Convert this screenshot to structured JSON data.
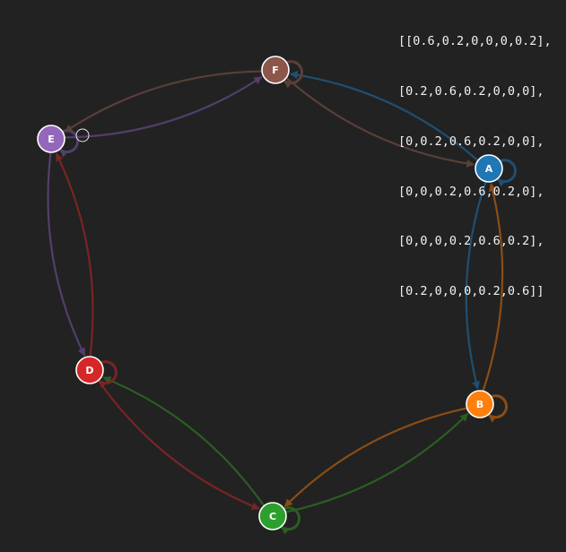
{
  "matrix_lines": [
    "[[0.6,0.2,0,0,0,0.2],",
    "[0.2,0.6,0.2,0,0,0],",
    "[0,0.2,0.6,0.2,0,0],",
    "[0,0,0.2,0.6,0.2,0],",
    "[0,0,0,0.2,0.6,0.2],",
    "[0.2,0,0,0,0.2,0.6]]"
  ],
  "nodes": [
    {
      "id": "A",
      "label": "A",
      "color": "#1f77b4"
    },
    {
      "id": "B",
      "label": "B",
      "color": "#ff7f0e"
    },
    {
      "id": "C",
      "label": "C",
      "color": "#2ca02c"
    },
    {
      "id": "D",
      "label": "D",
      "color": "#d62728"
    },
    {
      "id": "E",
      "label": "E",
      "color": "#9467bd"
    },
    {
      "id": "F",
      "label": "F",
      "color": "#8c564b"
    }
  ],
  "edge_colors": {
    "A": "#1f4f72",
    "B": "#8a4d17",
    "C": "#2b5e22",
    "D": "#7a2424",
    "E": "#523f6b",
    "F": "#5a3f39"
  },
  "edges": [
    {
      "from": "A",
      "to": "A"
    },
    {
      "from": "A",
      "to": "B"
    },
    {
      "from": "A",
      "to": "F"
    },
    {
      "from": "B",
      "to": "A"
    },
    {
      "from": "B",
      "to": "B"
    },
    {
      "from": "B",
      "to": "C"
    },
    {
      "from": "C",
      "to": "B"
    },
    {
      "from": "C",
      "to": "C"
    },
    {
      "from": "C",
      "to": "D"
    },
    {
      "from": "D",
      "to": "C"
    },
    {
      "from": "D",
      "to": "D"
    },
    {
      "from": "D",
      "to": "E"
    },
    {
      "from": "E",
      "to": "D"
    },
    {
      "from": "E",
      "to": "E"
    },
    {
      "from": "E",
      "to": "F"
    },
    {
      "from": "F",
      "to": "A"
    },
    {
      "from": "F",
      "to": "E"
    },
    {
      "from": "F",
      "to": "F"
    }
  ]
}
